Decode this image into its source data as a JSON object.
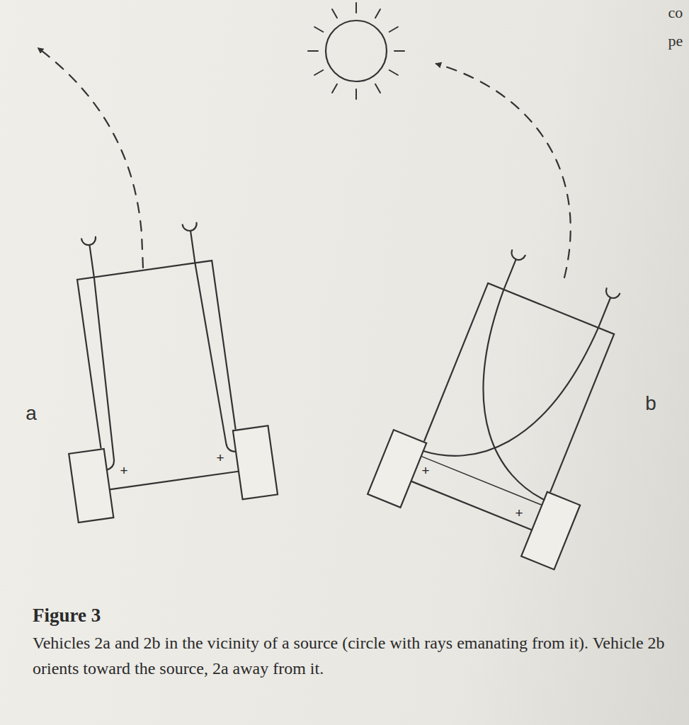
{
  "diagram": {
    "title": "Figure 3",
    "caption": "Vehicles 2a and 2b in the vicinity of a source (circle with rays emanating from it). Vehicle 2b orients toward the source, 2a away from it.",
    "labels": [
      "co",
      "pe",
      "a",
      "+",
      "+",
      "b",
      "+",
      "+"
    ]
  }
}
